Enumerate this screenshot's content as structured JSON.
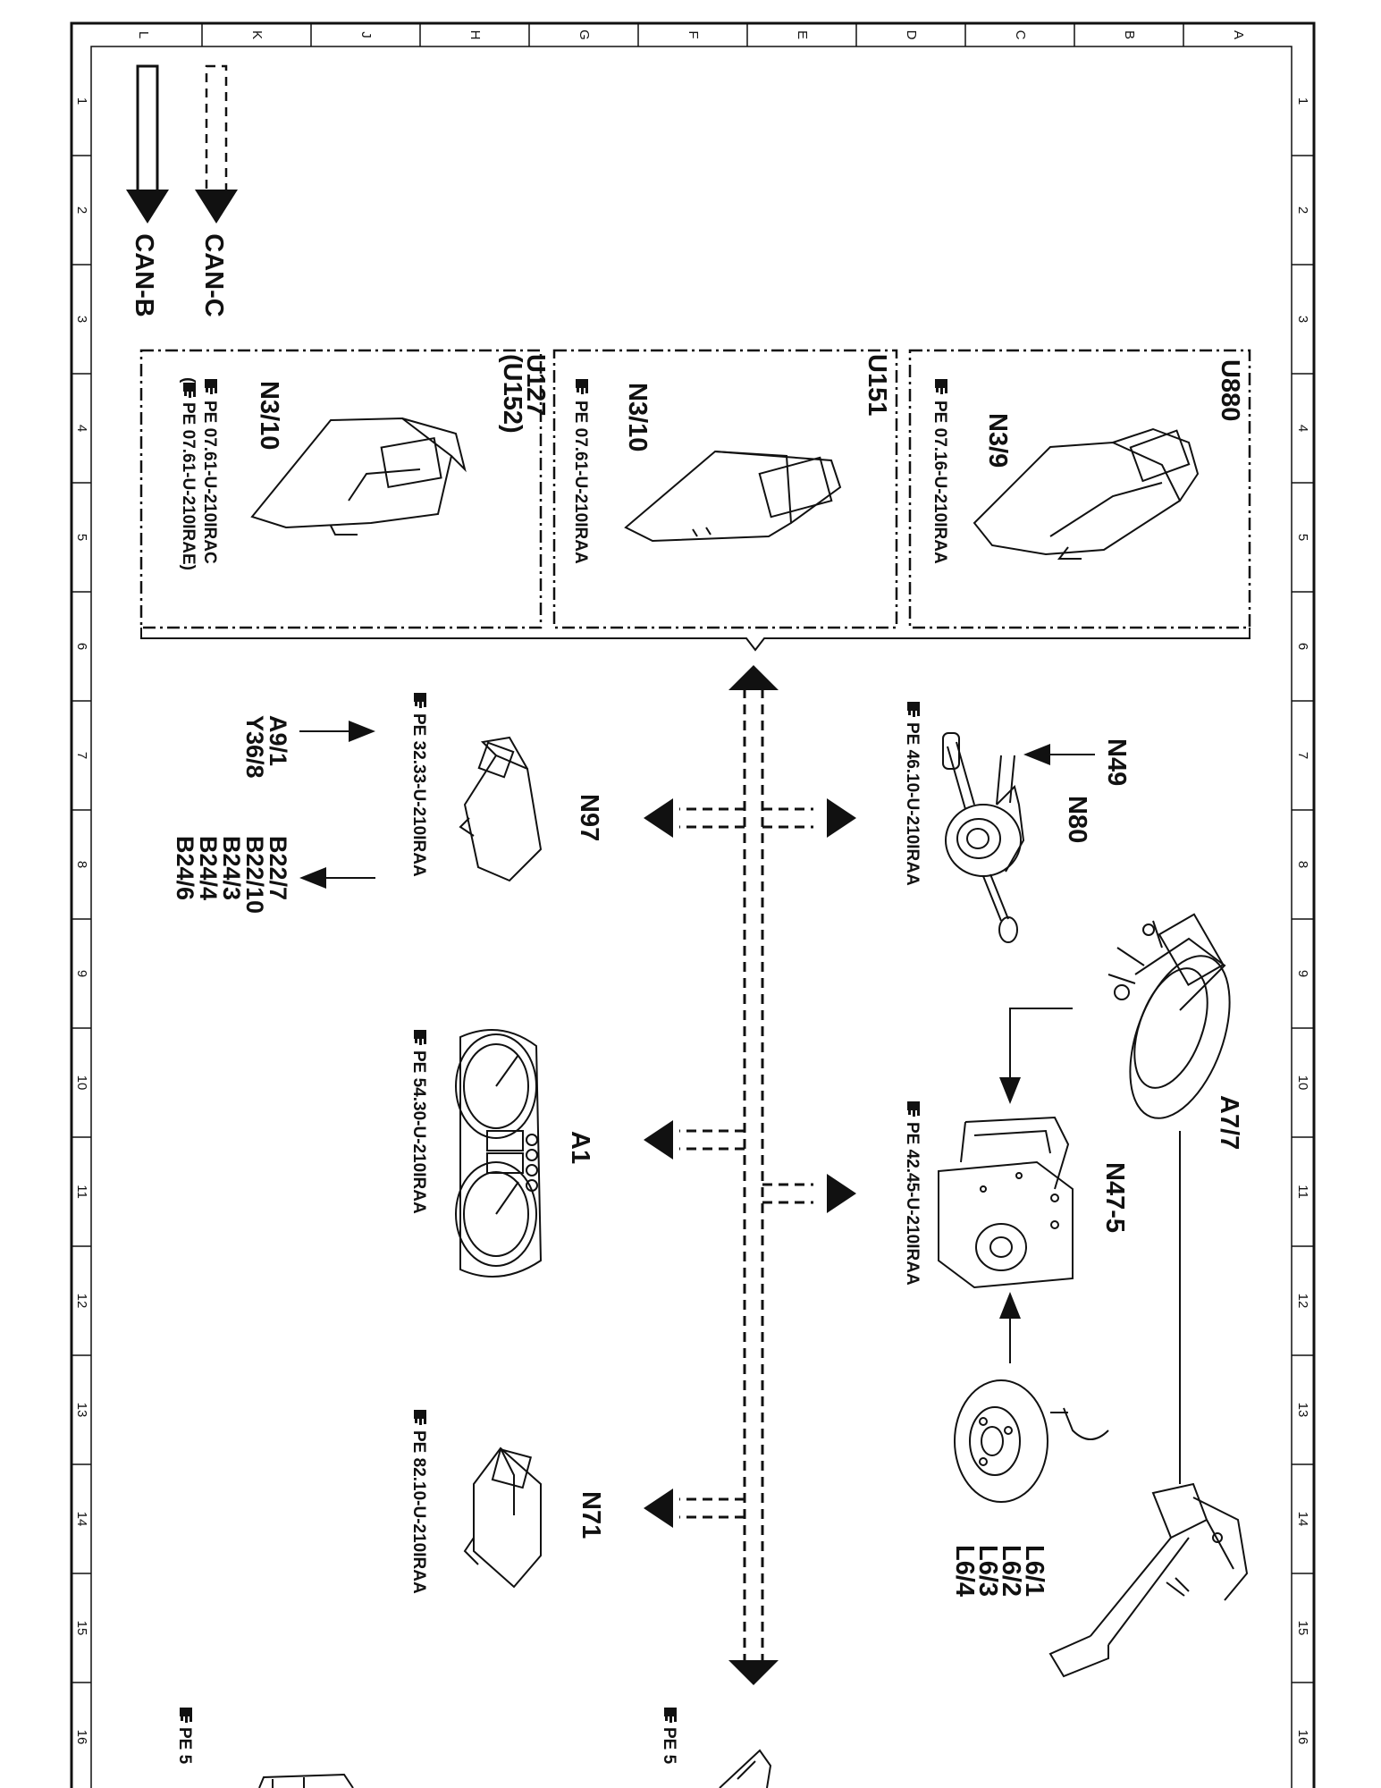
{
  "grid": {
    "letters": [
      "L",
      "K",
      "J",
      "H",
      "G",
      "F",
      "E",
      "D",
      "C",
      "B",
      "A"
    ],
    "rows": [
      "1",
      "2",
      "3",
      "4",
      "5",
      "6",
      "7",
      "8",
      "9",
      "10",
      "11",
      "12",
      "13",
      "14",
      "15",
      "16"
    ]
  },
  "legend": {
    "can_c": "CAN-C",
    "can_b": "CAN-B"
  },
  "groups": {
    "u880": {
      "label": "U880",
      "comp": "N3/9",
      "ref1": "PE 07.16-U-210IRAA"
    },
    "u151": {
      "label": "U151",
      "comp": "N3/10",
      "ref1": "PE 07.61-U-210IRAA"
    },
    "u127": {
      "label1": "U127",
      "label2": "(U152)",
      "comp": "N3/10",
      "ref1": "PE 07.61-U-210IRAC",
      "ref2": "(",
      "ref2b": "PE 07.61-U-210IRAE)"
    }
  },
  "components": {
    "a7_7": {
      "label": "A7/7"
    },
    "n49": {
      "label1": "N49",
      "label2": "N80",
      "ref": "PE 46.10-U-210IRAA"
    },
    "n47": {
      "label": "N47-5",
      "ref": "PE 42.45-U-210IRAA"
    },
    "l6": {
      "lines": [
        "L6/1",
        "L6/2",
        "L6/3",
        "L6/4"
      ]
    },
    "n97": {
      "label": "N97",
      "ref": "PE 32.33-U-210IRAA",
      "inputs": [
        "A9/1",
        "Y36/8"
      ],
      "outputs": [
        "B22/7",
        "B22/10",
        "B24/3",
        "B24/4",
        "B24/6"
      ]
    },
    "a1": {
      "label": "A1",
      "ref": "PE 54.30-U-210IRAA"
    },
    "n71": {
      "label": "N71",
      "ref": "PE 82.10-U-210IRAA"
    },
    "bottom_left": {
      "ref": "PE 5"
    },
    "bottom_mid": {
      "ref": "PE 5"
    }
  }
}
